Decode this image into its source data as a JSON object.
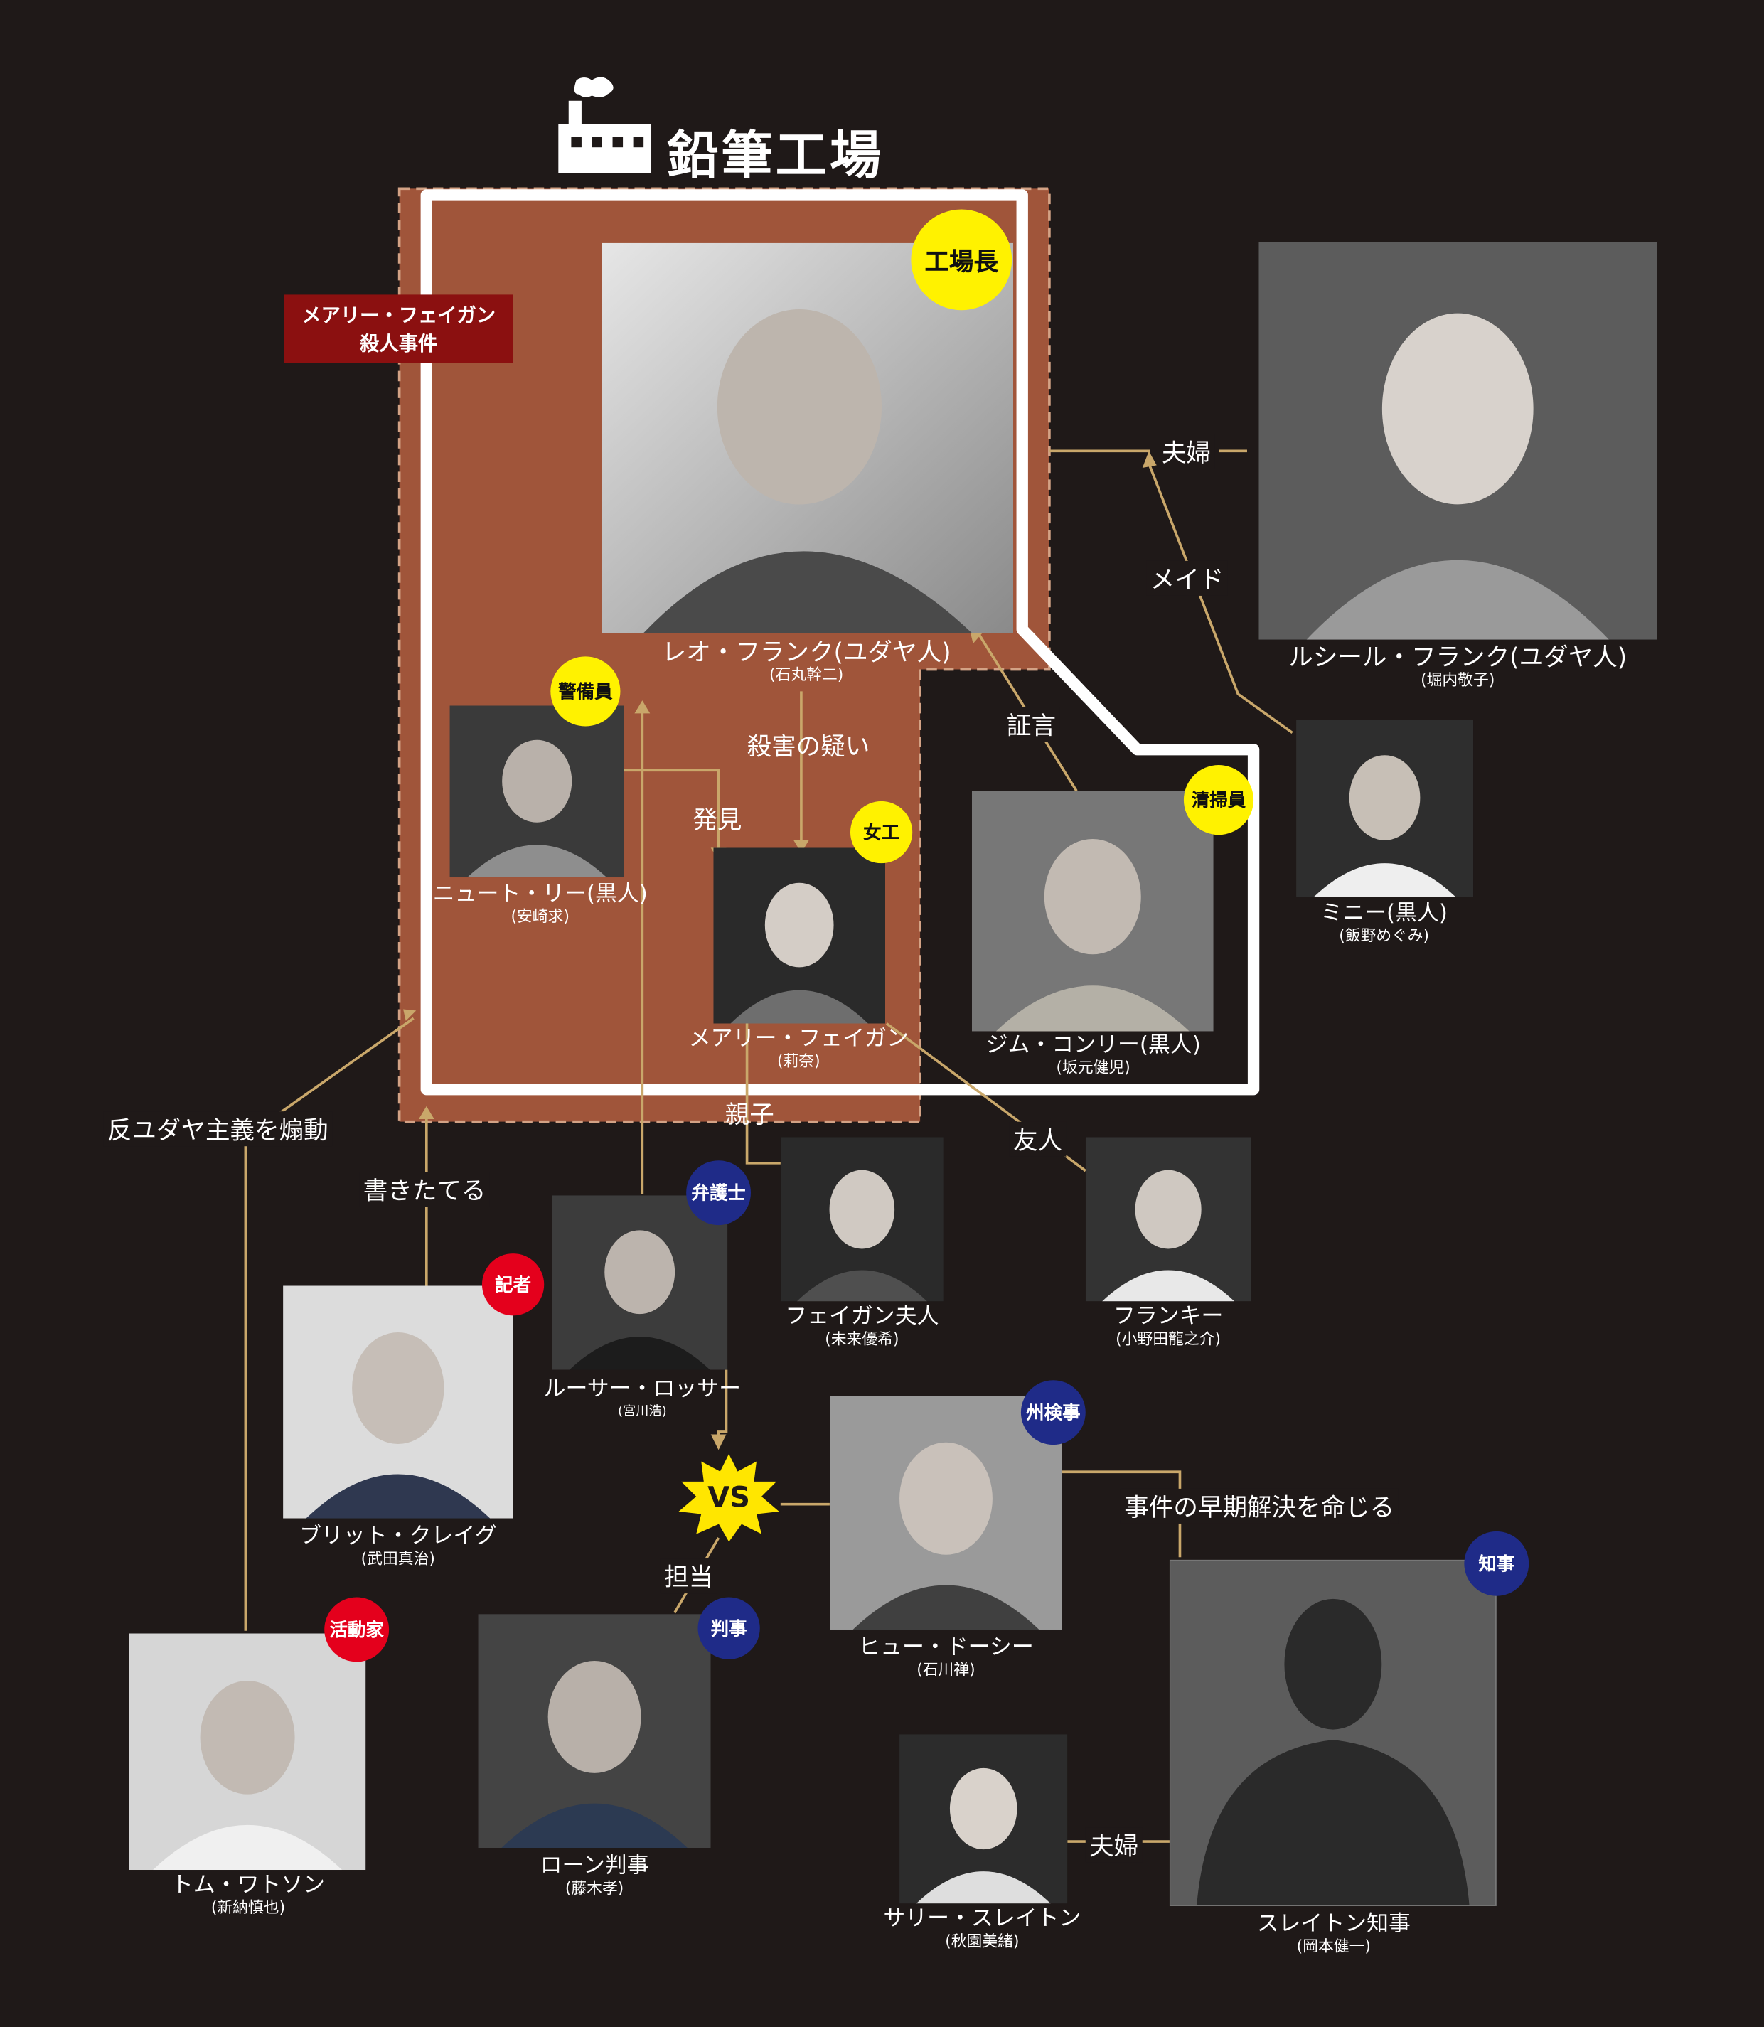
{
  "factory": {
    "title": "鉛筆工場",
    "icon": "factory-icon"
  },
  "case_label": {
    "line1": "メアリー・フェイガン",
    "line2": "殺人事件"
  },
  "characters": {
    "leo": {
      "name": "レオ・フランク(ユダヤ人)",
      "actor": "(石丸幹二)",
      "role": "工場長"
    },
    "lucille": {
      "name": "ルシール・フランク(ユダヤ人)",
      "actor": "(堀内敬子)"
    },
    "minnie": {
      "name": "ミニー(黒人)",
      "actor": "(飯野めぐみ)"
    },
    "newt": {
      "name": "ニュート・リー(黒人)",
      "actor": "(安崎求)",
      "role": "警備員"
    },
    "mary": {
      "name": "メアリー・フェイガン",
      "actor": "(莉奈)",
      "role": "女工"
    },
    "jim": {
      "name": "ジム・コンリー(黒人)",
      "actor": "(坂元健児)",
      "role": "清掃員"
    },
    "mrs_phagan": {
      "name": "フェイガン夫人",
      "actor": "(未来優希)"
    },
    "frankie": {
      "name": "フランキー",
      "actor": "(小野田龍之介)"
    },
    "britt": {
      "name": "ブリット・クレイグ",
      "actor": "(武田真治)",
      "role": "記者"
    },
    "luther": {
      "name": "ルーサー・ロッサー",
      "actor": "(宮川浩)",
      "role": "弁護士"
    },
    "hugh": {
      "name": "ヒュー・ドーシー",
      "actor": "(石川禅)",
      "role": "州検事"
    },
    "tom": {
      "name": "トム・ワトソン",
      "actor": "(新納慎也)",
      "role": "活動家"
    },
    "roan": {
      "name": "ローン判事",
      "actor": "(藤木孝)",
      "role": "判事"
    },
    "sally": {
      "name": "サリー・スレイトン",
      "actor": "(秋園美緒)"
    },
    "slaton": {
      "name": "スレイトン知事",
      "actor": "(岡本健一)",
      "role": "知事"
    }
  },
  "relations": {
    "couple1": "夫婦",
    "maid": "メイド",
    "testimony": "証言",
    "suspect": "殺害の疑い",
    "found": "発見",
    "parent": "親子",
    "friend": "友人",
    "incite": "反ユダヤ主義を煽動",
    "writeup": "書きたてる",
    "vs": "VS",
    "charge": "担当",
    "order": "事件の早期解決を命じる",
    "couple2": "夫婦"
  },
  "colors": {
    "background": "#1f1918",
    "factory_fill": "#a0553a",
    "link": "#c9a76a",
    "badge_yellow": "#fff200",
    "badge_red": "#e4001c",
    "badge_navy": "#1f2b88",
    "case_box": "#8b1010"
  }
}
